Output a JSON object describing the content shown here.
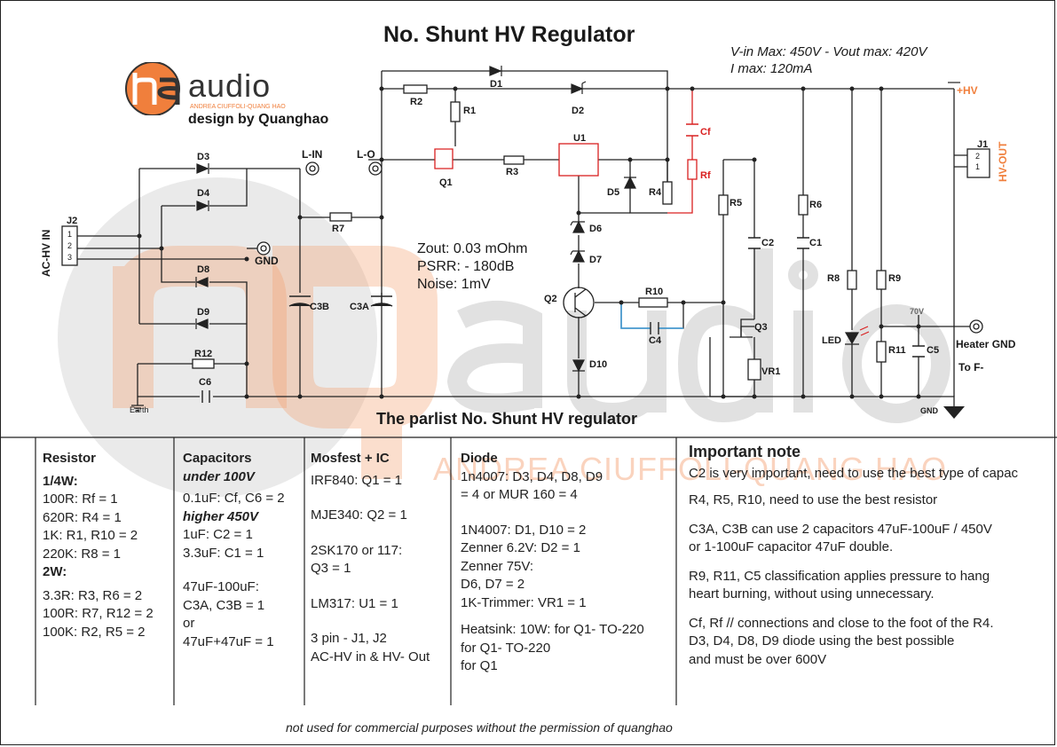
{
  "title": "No. Shunt HV Regulator",
  "subtitle": "The parlist No. Shunt HV regulator",
  "specs": [
    "V-in Max: 450V - Vout max: 420V",
    "I max: 120mA"
  ],
  "logo": {
    "text": "audio",
    "tagline": "ANDREA CIUFFOLI-QUANG HAO",
    "credit": "design by Quanghao"
  },
  "watermark": {
    "tagline": "ANDREA CIUFFOLI-QUANG HAO"
  },
  "performance": [
    "Zout: 0.03 mOhm",
    "PSRR: - 180dB",
    "Noise: 1mV"
  ],
  "connectors": {
    "ac_in": "AC-HV IN",
    "hv_out": "HV-OUT",
    "plus_hv": "+HV",
    "l_in": "L-IN",
    "l_o": "L-O",
    "gnd": "GND",
    "earth": "Earth",
    "heater_gnd": "Heater GND",
    "to_f": "To F-",
    "j2_pins": [
      "1",
      "2",
      "3"
    ],
    "j1_pins": [
      "2",
      "1"
    ],
    "v70": "70V"
  },
  "parts": {
    "D1": "D1",
    "D2": "D2",
    "D3": "D3",
    "D4": "D4",
    "D5": "D5",
    "D6": "D6",
    "D7": "D7",
    "D8": "D8",
    "D9": "D9",
    "D10": "D10",
    "R1": "R1",
    "R2": "R2",
    "R3": "R3",
    "R4": "R4",
    "R5": "R5",
    "R6": "R6",
    "R7": "R7",
    "R8": "R8",
    "R9": "R9",
    "R10": "R10",
    "R11": "R11",
    "R12": "R12",
    "Rf": "Rf",
    "Cf": "Cf",
    "C1": "C1",
    "C2": "C2",
    "C4": "C4",
    "C5": "C5",
    "C6": "C6",
    "C3A": "C3A",
    "C3B": "C3B",
    "Q1": "Q1",
    "Q2": "Q2",
    "Q3": "Q3",
    "U1": "U1",
    "VR1": "VR1",
    "LED": "LED",
    "J1": "J1",
    "J2": "J2"
  },
  "colors": {
    "accent_orange": "#f07f3c",
    "red_net": "#d92020",
    "blue_net": "#3a9ad8",
    "line": "#222222"
  },
  "bom": {
    "resistor": {
      "heading": "Resistor",
      "lines": [
        "1/4W:",
        "100R: Rf = 1",
        "620R: R4 = 1",
        "1K: R1, R10 = 2",
        "220K: R8 = 1",
        "2W:",
        "3.3R: R3, R6 = 2",
        "100R: R7, R12 = 2",
        "100K: R2, R5 = 2"
      ]
    },
    "capacitors": {
      "heading": "Capacitors",
      "lines": [
        "under 100V",
        "0.1uF: Cf, C6 = 2",
        "higher 450V",
        "1uF: C2 = 1",
        "3.3uF: C1 = 1",
        "",
        "47uF-100uF:",
        "C3A, C3B = 1",
        "or",
        "47uF+47uF = 1"
      ]
    },
    "mosfet": {
      "heading": "Mosfest + IC",
      "lines": [
        "IRF840: Q1 = 1",
        "",
        "MJE340: Q2 = 1",
        "",
        "2SK170 or 117:",
        "Q3 = 1",
        "",
        "LM317: U1 = 1",
        "",
        "3 pin - J1, J2",
        "AC-HV in & HV- Out"
      ]
    },
    "diode": {
      "heading": "Diode",
      "lines": [
        "1n4007: D3, D4, D8, D9",
        " = 4 or MUR 160 = 4",
        "",
        "1N4007: D1, D10 = 2",
        "Zenner 6.2V: D2 = 1",
        "Zenner 75V:",
        "D6, D7 = 2",
        "1K-Trimmer:  VR1 = 1",
        "",
        "Heatsink: 10W: for Q1- TO-220",
        "for Q1- TO-220",
        "for Q1"
      ]
    },
    "notes": {
      "heading": "Important note",
      "lines": [
        "C2 is very important, need to use the best type of capac",
        "R4, R5, R10, need to use the best resistor",
        "",
        "C3A, C3B can use 2 capacitors 47uF-100uF / 450V",
        "or 1-100uF capacitor 47uF double.",
        "",
        "R9, R11, C5 classification applies pressure to hang",
        "heart burning, without using unnecessary.",
        "",
        "Cf, Rf // connections and close to the foot of the R4.",
        "D3, D4, D8, D9 diode using the best possible",
        "and must be over 600V"
      ]
    }
  },
  "footer": "not used for commercial purposes without the permission of quanghao"
}
